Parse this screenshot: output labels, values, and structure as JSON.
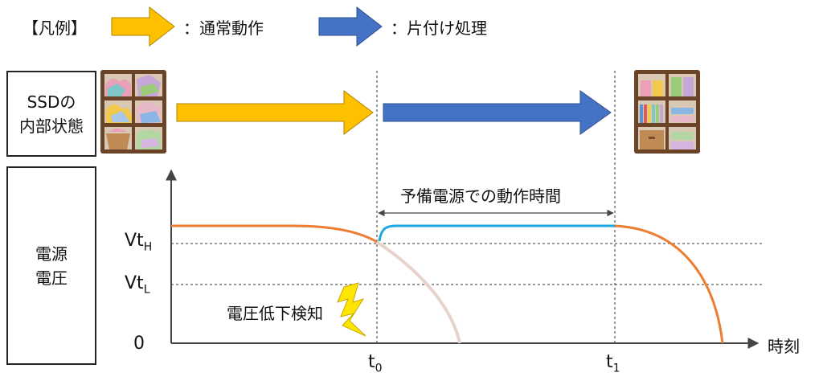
{
  "legend": {
    "title": "【凡例】",
    "normal_label": "：通常動作",
    "cleanup_label": "：片付け処理",
    "normal_color": "#FFC000",
    "cleanup_color": "#4472C4"
  },
  "row_labels": {
    "ssd_line1": "SSDの",
    "ssd_line2": "内部状態",
    "voltage_line1": "電源",
    "voltage_line2": "電圧"
  },
  "axis": {
    "x_label": "時刻",
    "y_zero": "0",
    "vth_main": "Vt",
    "vth_sub": "H",
    "vtl_main": "Vt",
    "vtl_sub": "L",
    "t0_main": "t",
    "t0_sub": "0",
    "t1_main": "t",
    "t1_sub": "1"
  },
  "annotations": {
    "backup_time": "予備電源での動作時間",
    "detect": "電圧低下検知"
  },
  "icons": {
    "messy_shelf": "messy-shelf-icon",
    "tidy_shelf": "tidy-shelf-icon",
    "lightning": "lightning-icon"
  },
  "colors": {
    "supply_curve": "#ED7D31",
    "backup_curve": "#1CA8E0",
    "faded_curve": "#E7D3CC"
  }
}
